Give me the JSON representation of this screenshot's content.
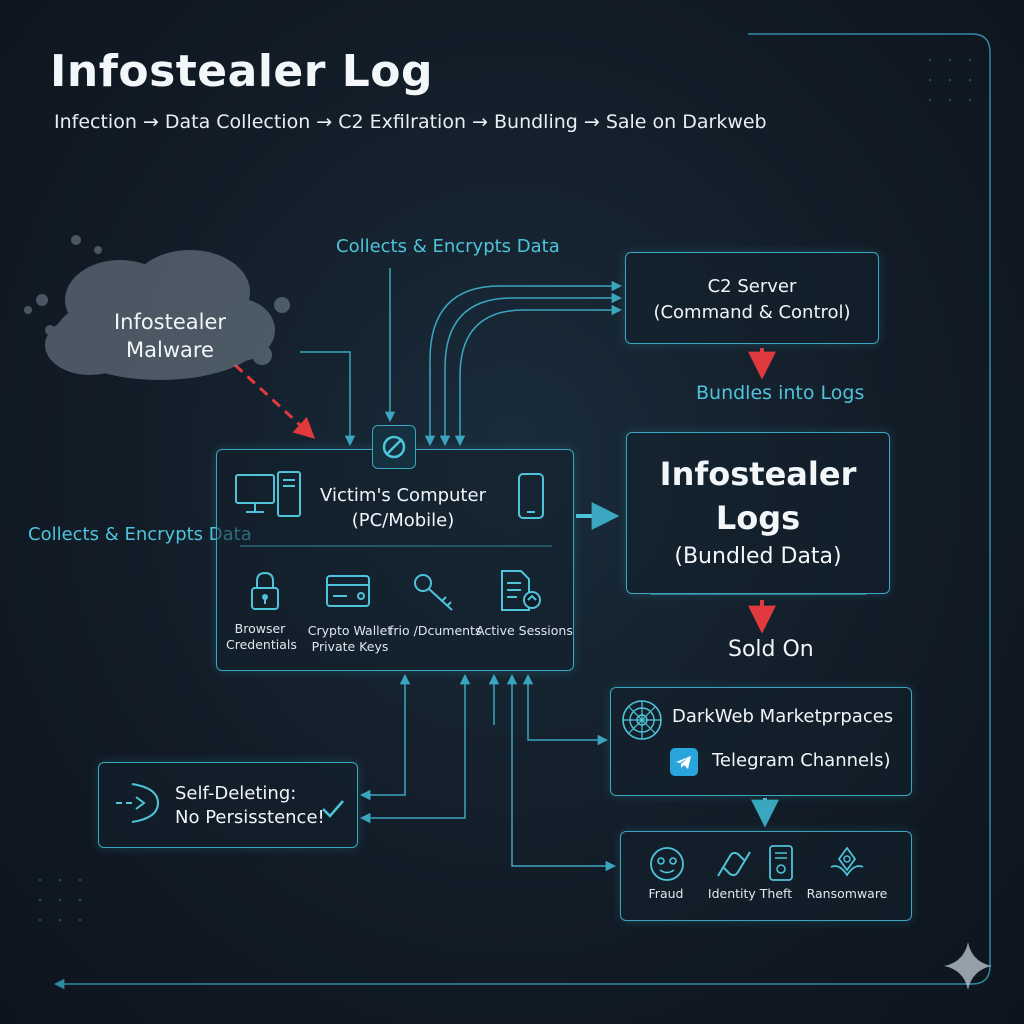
{
  "header": {
    "title": "Infostealer Log",
    "subtitle": "Infection → Data Collection → C2 Exfilration → Bundling → Sale on Darkweb"
  },
  "malware": {
    "line1": "Infostealer",
    "line2": "Malware"
  },
  "labels": {
    "collects_top": "Collects & Encrypts Data",
    "collects_left": "Collects & Encrypts Data",
    "bundles": "Bundles into Logs",
    "sold_on": "Sold On"
  },
  "victim": {
    "line1": "Victim's Computer",
    "line2": "(PC/Mobile)",
    "items": [
      {
        "line1": "Browser",
        "line2": "Credentials"
      },
      {
        "line1": "Crypto Wallet",
        "line2": "Private Keys"
      },
      {
        "line1": "frio /Dcuments",
        "line2": ""
      },
      {
        "line1": "Active Sessions",
        "line2": ""
      }
    ]
  },
  "c2": {
    "line1": "C2 Server",
    "line2": "(Command & Control)"
  },
  "logs": {
    "line1": "Infostealer",
    "line2": "Logs",
    "line3": "(Bundled Data)"
  },
  "market": {
    "darkweb": "DarkWeb Marketprpaces",
    "telegram": "Telegram Channels)"
  },
  "selfdelete": {
    "line1": "Self-Deleting:",
    "line2": "No Persisstence!"
  },
  "outcomes": [
    "Fraud",
    "Identity Theft",
    "Ransomware"
  ],
  "colors": {
    "accent": "#3aa6bf",
    "cyan_text": "#4ec3da",
    "danger": "#e03a3e",
    "bg": "#121c27"
  }
}
